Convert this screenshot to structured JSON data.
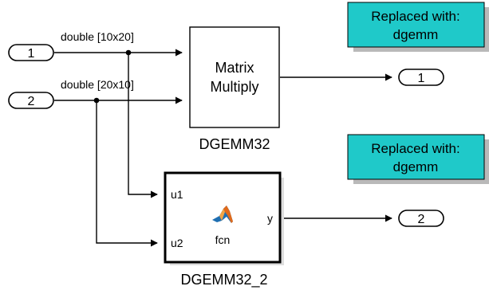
{
  "inports": [
    {
      "number": "1"
    },
    {
      "number": "2"
    }
  ],
  "outports": [
    {
      "number": "1"
    },
    {
      "number": "2"
    }
  ],
  "signals": {
    "in1_label": "double [10x20]",
    "in2_label": "double [20x10]"
  },
  "matmul_block": {
    "line1": "Matrix",
    "line2": "Multiply",
    "name": "DGEMM32"
  },
  "fcn_block": {
    "port_u1": "u1",
    "port_u2": "u2",
    "port_y": "y",
    "label": "fcn",
    "name": "DGEMM32_2",
    "icon": "matlab-membrane-icon"
  },
  "annotations": [
    {
      "line1": "Replaced with:",
      "line2": "dgemm"
    },
    {
      "line1": "Replaced with:",
      "line2": "dgemm"
    }
  ],
  "colors": {
    "annotation_fill": "#1fc9c9",
    "annotation_shadow": "#8a8a8a",
    "line": "#000000",
    "icon_orange": "#e06a1b",
    "icon_blue": "#1f6fb2"
  }
}
